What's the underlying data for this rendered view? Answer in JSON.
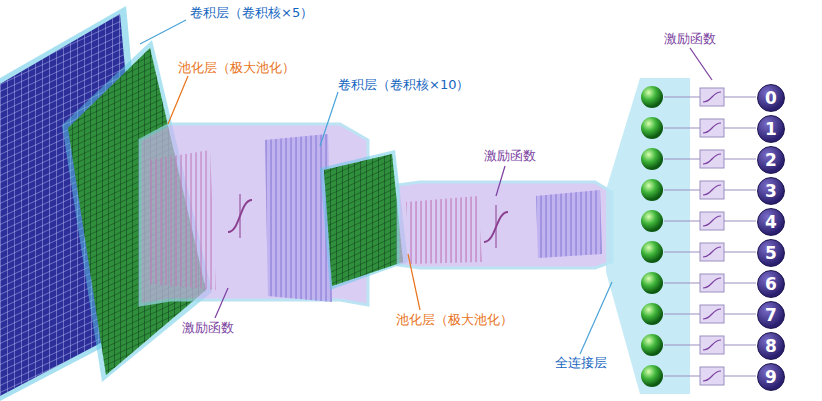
{
  "diagram": {
    "nodes": [
      {
        "text": [
          "0"
        ]
      },
      {
        "text": [
          "1"
        ]
      },
      {
        "text": [
          "2"
        ]
      },
      {
        "text": [
          "3"
        ]
      },
      {
        "text": [
          "4"
        ]
      },
      {
        "text": [
          "5"
        ]
      },
      {
        "text": [
          "6"
        ]
      },
      {
        "text": [
          "7"
        ]
      },
      {
        "text": [
          "8"
        ]
      },
      {
        "text": [
          "9"
        ]
      }
    ],
    "labels": [
      "卷积层（卷积核×5）",
      "激励函数",
      "池化层（极大池化）",
      "卷积层（卷积核×10）",
      "激励函数",
      "激励函数",
      "池化层（极大池化）",
      "全连接层"
    ]
  }
}
